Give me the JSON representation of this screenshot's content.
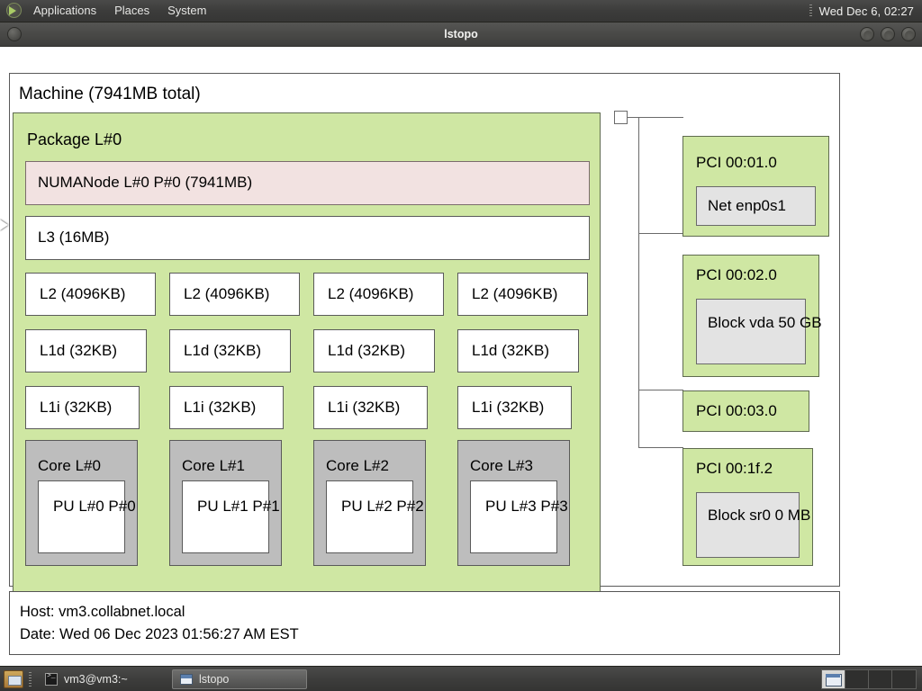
{
  "desktop": {
    "top_panel": {
      "menus": [
        "Applications",
        "Places",
        "System"
      ],
      "clock": "Wed Dec  6, 02:27",
      "foot_icon": "gnome-foot-icon"
    },
    "bottom_panel": {
      "show_desktop_icon": "show-desktop-icon",
      "tasks": [
        {
          "label": "vm3@vm3:~",
          "icon": "terminal-icon",
          "active": false
        },
        {
          "label": "lstopo",
          "icon": "window-icon",
          "active": true
        }
      ],
      "workspaces": [
        {
          "active": true
        },
        {
          "active": false
        },
        {
          "active": false
        },
        {
          "active": false
        }
      ]
    }
  },
  "window": {
    "title": "lstopo",
    "icon": "app-menu-icon",
    "controls": [
      "minimize-button",
      "maximize-button",
      "close-button"
    ]
  },
  "topology": {
    "machine": {
      "label": "Machine (7941MB total)"
    },
    "package": {
      "label": "Package L#0"
    },
    "numanode": {
      "label": "NUMANode L#0 P#0 (7941MB)"
    },
    "l3": {
      "label": "L3 (16MB)"
    },
    "l2": [
      {
        "label": "L2 (4096KB)"
      },
      {
        "label": "L2 (4096KB)"
      },
      {
        "label": "L2 (4096KB)"
      },
      {
        "label": "L2 (4096KB)"
      }
    ],
    "l1d": [
      {
        "label": "L1d (32KB)"
      },
      {
        "label": "L1d (32KB)"
      },
      {
        "label": "L1d (32KB)"
      },
      {
        "label": "L1d (32KB)"
      }
    ],
    "l1i": [
      {
        "label": "L1i (32KB)"
      },
      {
        "label": "L1i (32KB)"
      },
      {
        "label": "L1i (32KB)"
      },
      {
        "label": "L1i (32KB)"
      }
    ],
    "cores": [
      {
        "label": "Core L#0",
        "pu": "PU L#0\nP#0"
      },
      {
        "label": "Core L#1",
        "pu": "PU L#1\nP#1"
      },
      {
        "label": "Core L#2",
        "pu": "PU L#2\nP#2"
      },
      {
        "label": "Core L#3",
        "pu": "PU L#3\nP#3"
      }
    ],
    "pci": [
      {
        "label": "PCI 00:01.0",
        "child": "Net enp0s1"
      },
      {
        "label": "PCI 00:02.0",
        "child": "Block vda\n50 GB"
      },
      {
        "label": "PCI 00:03.0",
        "child": null
      },
      {
        "label": "PCI 00:1f.2",
        "child": "Block sr0\n0 MB"
      }
    ],
    "footer": {
      "host": "Host: vm3.collabnet.local",
      "date": "Date: Wed 06 Dec 2023 01:56:27 AM EST"
    }
  },
  "colors": {
    "package_green": "#cfe7a3",
    "numa_pink": "#f2e2e1",
    "core_grey": "#bdbdbd",
    "osdev_grey": "#e3e3e3",
    "box_border": "#555555",
    "canvas_bg": "#ffffff",
    "panel_bg": "#3d3d3c"
  }
}
